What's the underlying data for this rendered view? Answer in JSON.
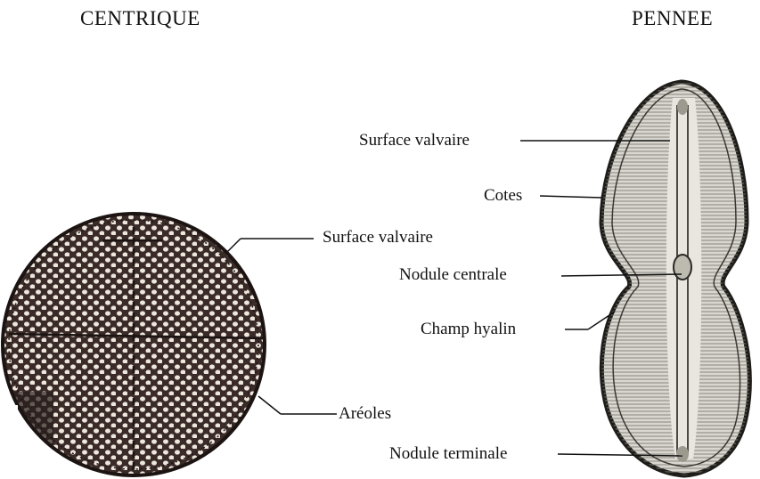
{
  "titles": {
    "centric": "CENTRIQUE",
    "pennate": "PENNEE"
  },
  "centric_labels": {
    "surface": "Surface valvaire",
    "areoles": "Aréoles"
  },
  "pennate_labels": {
    "surface": "Surface valvaire",
    "cotes": "Cotes",
    "nodule_centrale": "Nodule centrale",
    "champ_hyalin": "Champ hyalin",
    "nodule_terminale": "Nodule terminale"
  },
  "colors": {
    "centric_fill": "#3a2b28",
    "areole": "#ece6dc",
    "pennate_fill": "#d9d7cf",
    "pennate_outline": "#1e1d1a"
  }
}
